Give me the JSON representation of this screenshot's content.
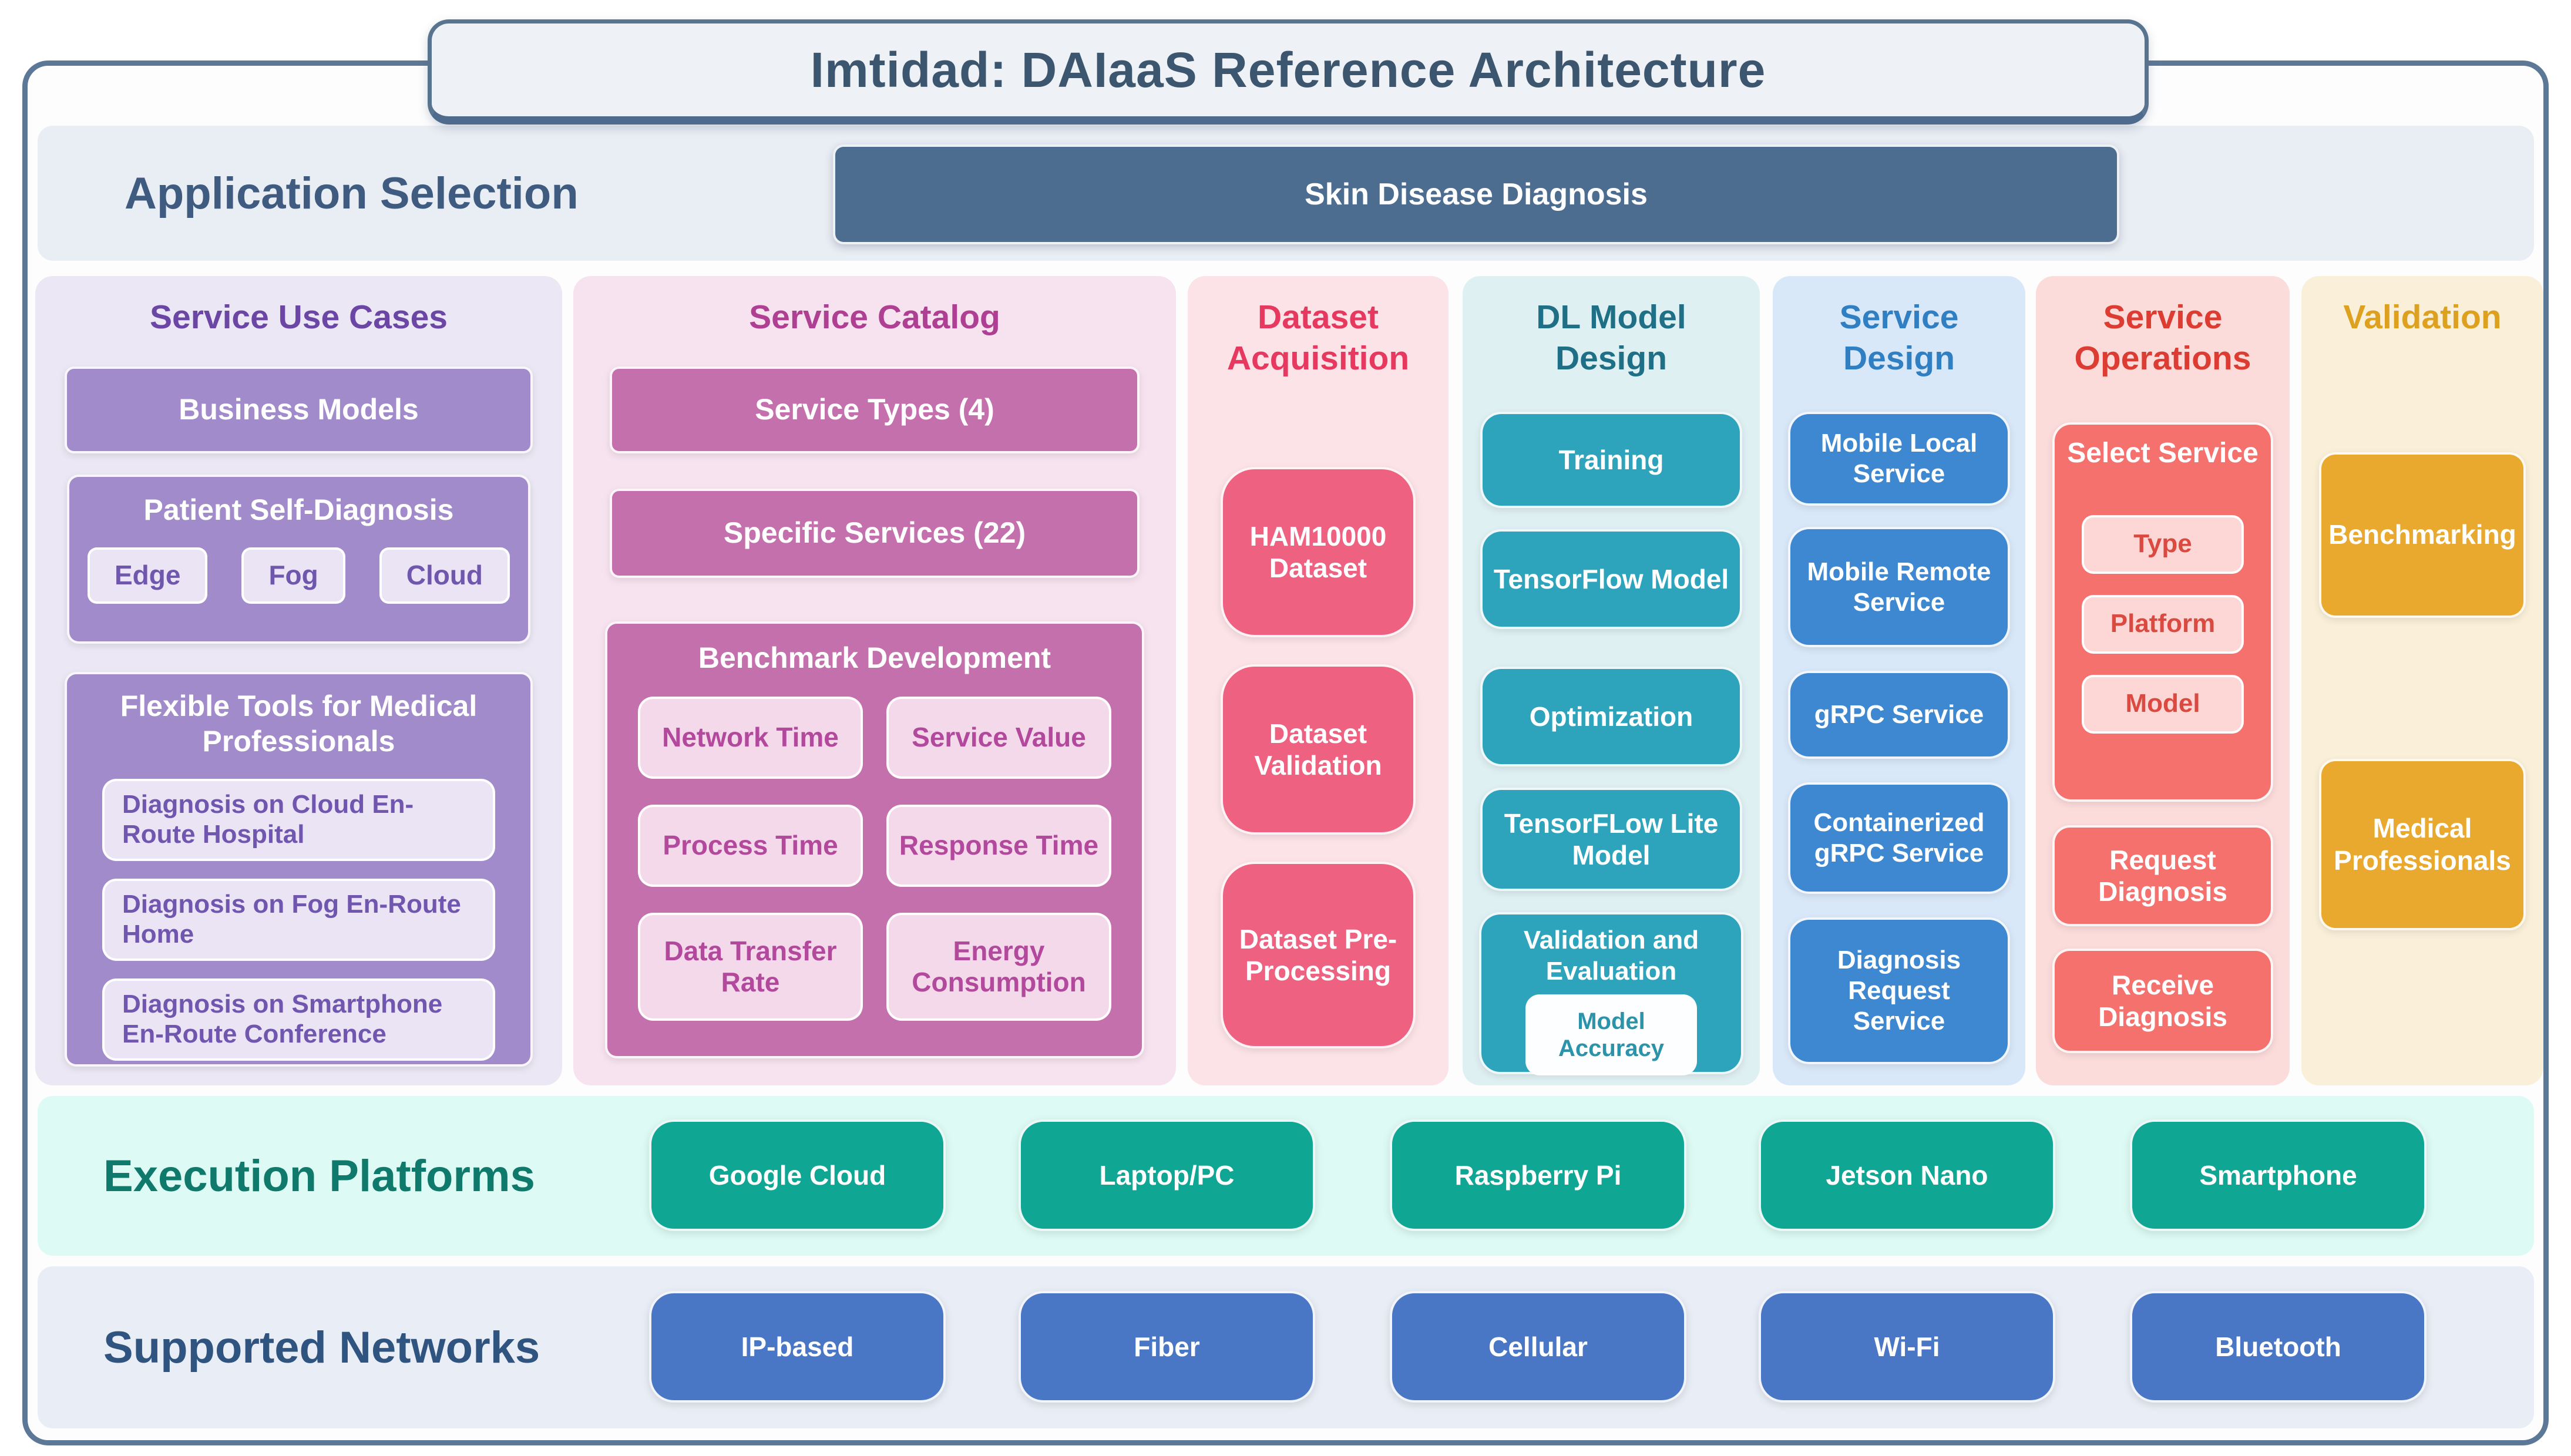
{
  "title": "Imtidad: DAIaaS Reference Architecture",
  "app_selection": {
    "label": "Application Selection",
    "application": "Skin Disease Diagnosis"
  },
  "service_use_cases": {
    "title": "Service Use Cases",
    "business_models": "Business Models",
    "patient_self_diagnosis": {
      "title": "Patient Self-Diagnosis",
      "chips": [
        "Edge",
        "Fog",
        "Cloud"
      ]
    },
    "flexible_tools": {
      "title": "Flexible Tools for Medical Professionals",
      "items": [
        "Diagnosis on Cloud En-Route Hospital",
        "Diagnosis on Fog En-Route Home",
        "Diagnosis on Smartphone En-Route Conference"
      ]
    }
  },
  "service_catalog": {
    "title": "Service Catalog",
    "service_types": "Service Types (4)",
    "specific_services": "Specific Services (22)",
    "benchmark_development": {
      "title": "Benchmark Development",
      "metrics": [
        "Network Time",
        "Service Value",
        "Process Time",
        "Response Time",
        "Data Transfer Rate",
        "Energy Consumption"
      ]
    }
  },
  "dataset_acquisition": {
    "title": "Dataset Acquisition",
    "items": [
      "HAM10000 Dataset",
      "Dataset Validation",
      "Dataset Pre-Processing"
    ]
  },
  "dl_model_design": {
    "title": "DL Model Design",
    "items": [
      "Training",
      "TensorFlow Model",
      "Optimization",
      "TensorFLow Lite Model"
    ],
    "validation_evaluation": {
      "title": "Validation and Evaluation",
      "inner": "Model Accuracy"
    }
  },
  "service_design": {
    "title": "Service Design",
    "items": [
      "Mobile Local Service",
      "Mobile Remote Service",
      "gRPC Service",
      "Containerized gRPC Service",
      "Diagnosis Request Service"
    ]
  },
  "service_operations": {
    "title": "Service Operations",
    "select_service": {
      "title": "Select Service",
      "chips": [
        "Type",
        "Platform",
        "Model"
      ]
    },
    "items": [
      "Request Diagnosis",
      "Receive Diagnosis"
    ]
  },
  "validation": {
    "title": "Validation",
    "items": [
      "Benchmarking",
      "Medical Professionals"
    ]
  },
  "execution_platforms": {
    "label": "Execution Platforms",
    "platforms": [
      "Google Cloud",
      "Laptop/PC",
      "Raspberry Pi",
      "Jetson Nano",
      "Smartphone"
    ]
  },
  "supported_networks": {
    "label": "Supported Networks",
    "networks": [
      "IP-based",
      "Fiber",
      "Cellular",
      "Wi-Fi",
      "Bluetooth"
    ]
  },
  "palette": {
    "frame_border": "#5d7897",
    "title_text": "#3c566f",
    "application_box": "#4d6d90",
    "use_cases_accent": "#6b46a5",
    "use_cases_box": "#a18bca",
    "catalog_accent": "#ae3f92",
    "catalog_box": "#c470ad",
    "dataset_accent": "#e73960",
    "dataset_box": "#ef6180",
    "dl_accent": "#1f7086",
    "dl_box": "#2da4bb",
    "service_design_accent": "#307fc3",
    "service_design_box": "#3d88d1",
    "operations_accent": "#dc3c31",
    "operations_box": "#f4716e",
    "validation_accent": "#dda11f",
    "validation_box": "#e9a92e",
    "execution_box": "#0fa693",
    "network_box": "#4a77c5"
  }
}
